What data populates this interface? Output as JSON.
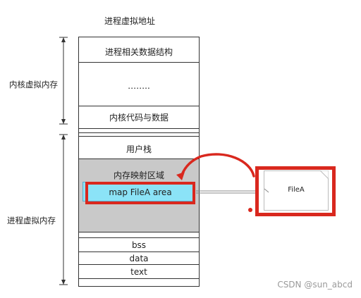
{
  "title": "进程虚拟地址",
  "kernel_space_label": "内核虚拟内存",
  "user_space_label": "进程虚拟内存",
  "segments": {
    "process_structs": "进程相关数据结构",
    "ellipsis": "……..",
    "kernel_code_data": "内核代码与数据",
    "user_stack": "用户栈",
    "mmap_region": "内存映射区域",
    "map_area": "map FileA area",
    "bss": "bss",
    "data": "data",
    "text": "text"
  },
  "file_label": "FileA",
  "watermark": "CSDN @sun_abcd",
  "colors": {
    "highlight_red": "#d9281e",
    "map_area_fill": "#8be3f7",
    "mmap_region_fill": "#c9c9c9"
  }
}
